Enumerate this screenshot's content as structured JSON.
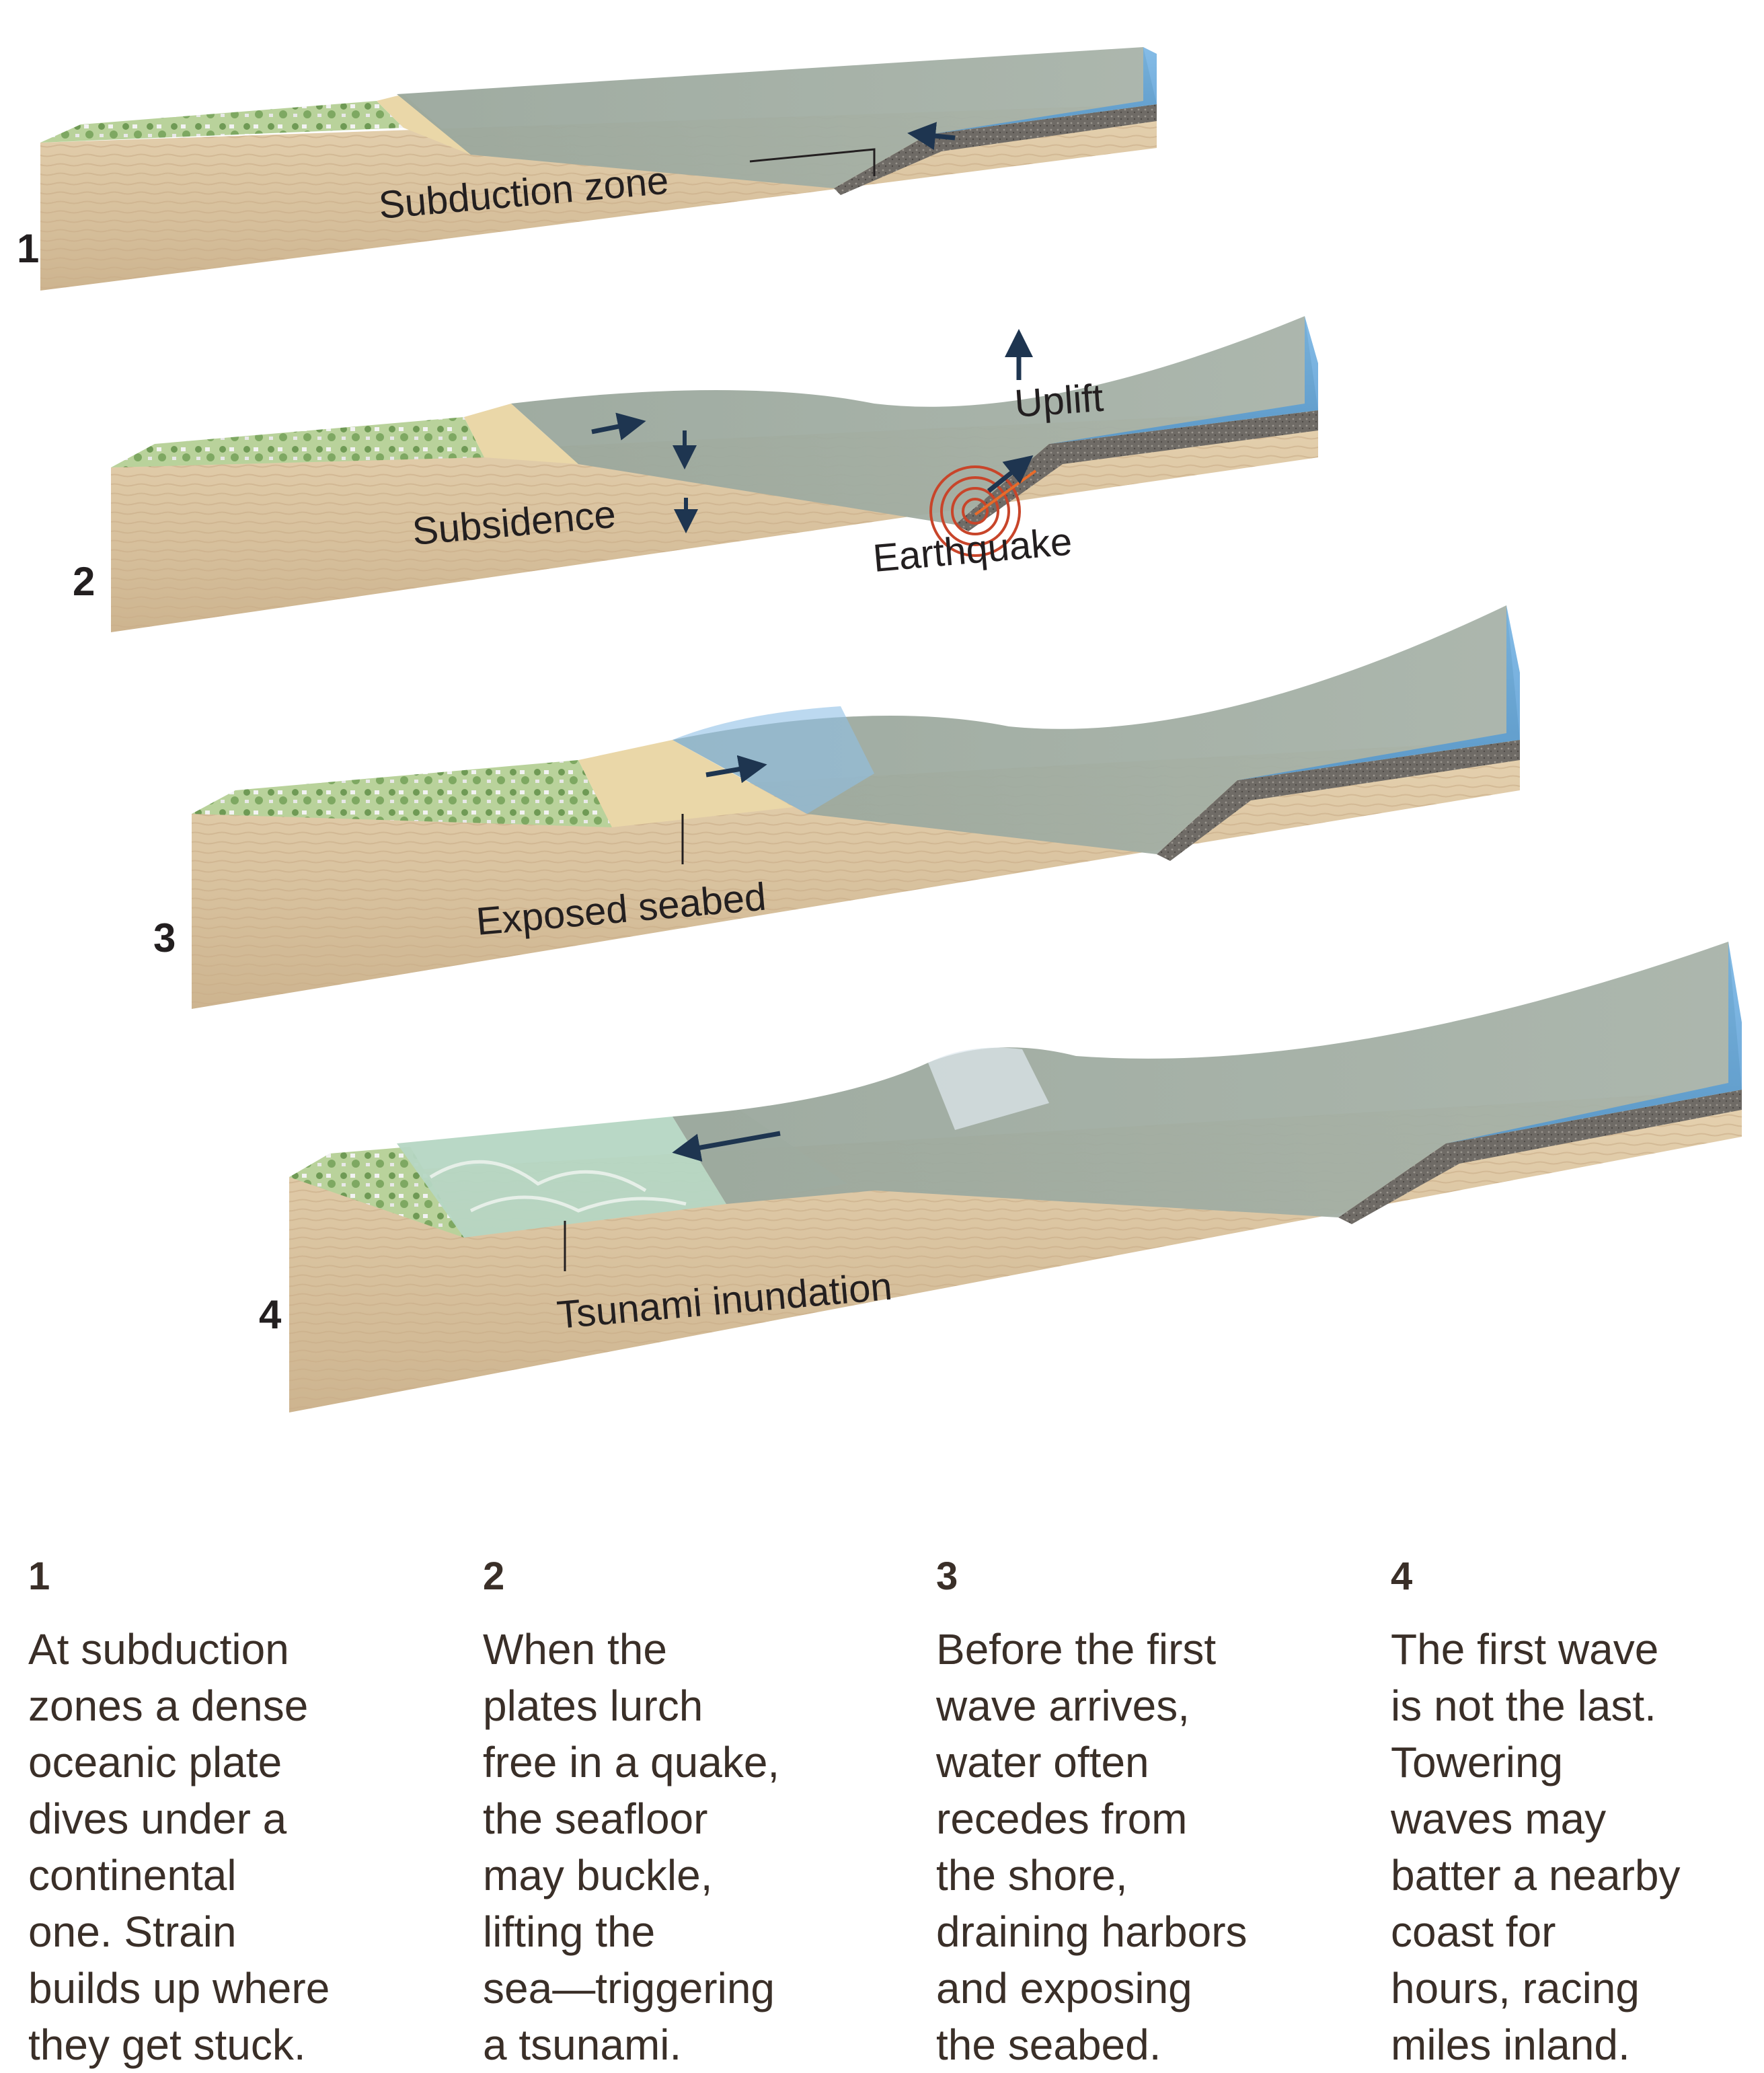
{
  "panels": [
    {
      "number": "1",
      "labels": {
        "subduction": "Subduction zone"
      }
    },
    {
      "number": "2",
      "labels": {
        "uplift": "Uplift",
        "subsidence": "Subsidence",
        "earthquake": "Earthquake"
      }
    },
    {
      "number": "3",
      "labels": {
        "seabed": "Exposed seabed"
      }
    },
    {
      "number": "4",
      "labels": {
        "inundation": "Tsunami inundation"
      }
    }
  ],
  "captions": [
    {
      "number": "1",
      "text": "At subduction\nzones a dense\noceanic plate\ndives under a\ncontinental\none. Strain\nbuilds up where\nthey get stuck."
    },
    {
      "number": "2",
      "text": "When the\nplates lurch\nfree in a quake,\nthe seafloor\nmay buckle,\nlifting the\nsea—triggering\na tsunami."
    },
    {
      "number": "3",
      "text": "Before the first\nwave arrives,\nwater often\nrecedes from\nthe shore,\ndraining harbors\nand exposing\nthe seabed."
    },
    {
      "number": "4",
      "text": "The first wave\nis not the last.\nTowering\nwaves may\nbatter a nearby\ncoast for\nhours, racing\nmiles inland."
    }
  ],
  "colors": {
    "land_green": "#a9c98a",
    "sand": "#ead7a8",
    "block_side": "#dcc6a4",
    "water": "#7fb3d8",
    "seafloor": "#8f8a82",
    "earthquake": "#c8452a"
  }
}
